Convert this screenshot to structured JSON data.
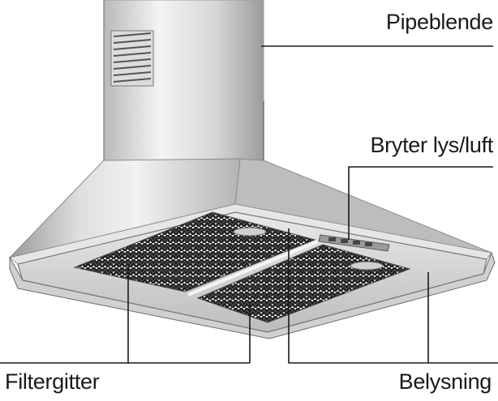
{
  "labels": {
    "chimney_cover": "Pipeblende",
    "switch": "Bryter lys/luft",
    "filter": "Filtergitter",
    "lighting": "Belysning"
  },
  "colors": {
    "line": "#1a1a1a",
    "steel_light": "#f2f2f2",
    "steel_mid": "#c8c8c8",
    "steel_dark": "#8e8e8e",
    "filter": "#2a2a2a"
  }
}
